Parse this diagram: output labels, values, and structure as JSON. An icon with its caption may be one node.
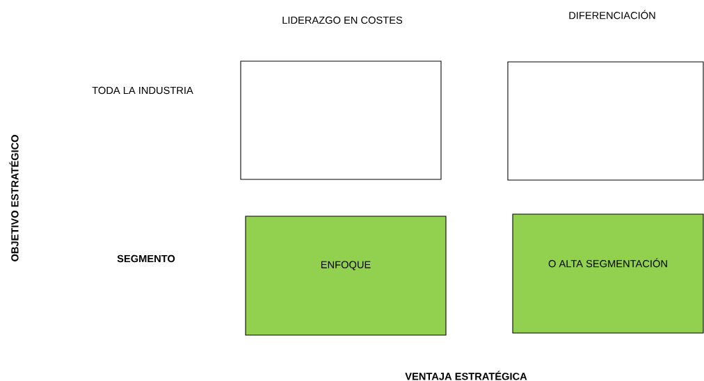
{
  "diagram": {
    "nodes": [
      {
        "text": [],
        "shape": "box"
      },
      {
        "text": [],
        "shape": "box"
      },
      {
        "text": [
          "ENFOQUE"
        ]
      },
      {
        "text": [
          "O ALTA SEGMENTACIÓN"
        ]
      }
    ],
    "labels": [
      "LIDERAZGO EN COSTES",
      "DIFERENCIACIÓN",
      "TODA LA INDUSTRIA",
      "OBJETIVO ESTRATÉGICO",
      "SEGMENTO",
      "VENTAJA ESTRATÉGICA"
    ]
  }
}
